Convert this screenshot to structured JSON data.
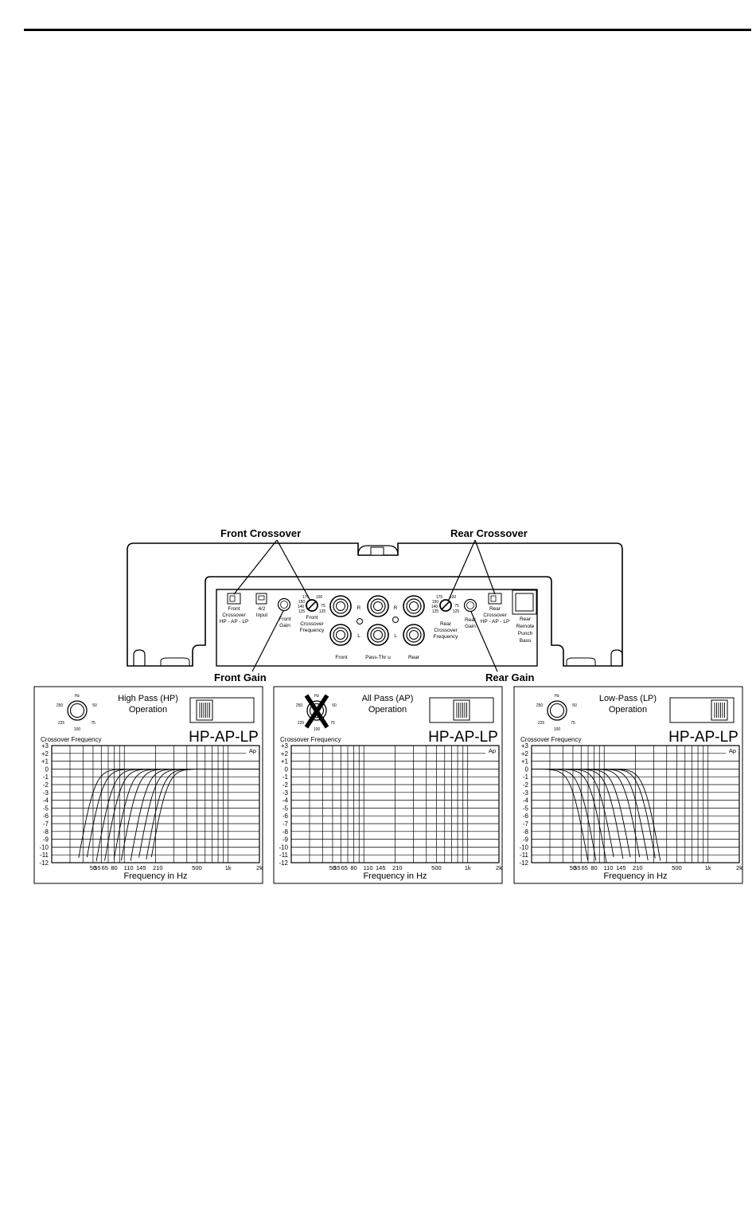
{
  "callouts": {
    "front_crossover": "Front Crossover",
    "rear_crossover": "Rear Crossover",
    "front_gain": "Front Gain",
    "rear_gain": "Rear Gain"
  },
  "panel": {
    "front_crossover_switch": [
      "Front",
      "Crossover",
      "HP - AP - LP"
    ],
    "input_switch": [
      "4/2",
      "Input"
    ],
    "front_gain": [
      "Front",
      "Gain"
    ],
    "front_crossover_frequency": [
      "Front",
      "Crossover",
      "Frequency"
    ],
    "rca_channel_r": "R",
    "rca_channel_l": "L",
    "rca_front": "Front",
    "rca_passthru": "Pass-Thr u",
    "rca_rear": "Rear",
    "rear_crossover_frequency": [
      "Rear",
      "Crossover",
      "Frequency"
    ],
    "rear_gain": [
      "Rear",
      "Gain"
    ],
    "rear_crossover_switch": [
      "Rear",
      "Crossover",
      "HP - AP - LP"
    ],
    "rear_remote": [
      "Rear",
      "Remote",
      "Punch",
      "Bass"
    ],
    "dial_marks": [
      "175",
      "150",
      "140",
      "125",
      "125",
      "75",
      "100"
    ]
  },
  "graphs": [
    {
      "title": "High Pass (HP)",
      "subtitle": "Operation",
      "switch_position": "HP",
      "mode": "hp",
      "crossed": false
    },
    {
      "title": "All Pass (AP)",
      "subtitle": "Operation",
      "switch_position": "AP",
      "mode": "ap",
      "crossed": true
    },
    {
      "title": "Low-Pass (LP)",
      "subtitle": "Operation",
      "switch_position": "LP",
      "mode": "lp",
      "crossed": false
    }
  ],
  "graph_common": {
    "switch_label": "HP-AP-LP",
    "dial_unit": "Hz",
    "dial_labels": [
      "250",
      "50",
      "225",
      "75",
      "100"
    ],
    "crossover_label": "Crossover Frequency",
    "corner_label": "Ap",
    "xlabel": "Frequency in Hz",
    "y_ticks": [
      "+3",
      "+2",
      "+1",
      "0",
      "-1",
      "-2",
      "-3",
      "-4",
      "-5",
      "-6",
      "-7",
      "-8",
      "-9",
      "-10",
      "-11",
      "-12"
    ],
    "x_ticks": [
      "50",
      "55",
      "65",
      "80",
      "110",
      "145",
      "210",
      "500",
      "1k",
      "2k"
    ],
    "x_tick_values": [
      50,
      55,
      65,
      80,
      110,
      145,
      210,
      500,
      1000,
      2000
    ],
    "x_range_hz": [
      20,
      2000
    ],
    "y_range_db": [
      -12,
      3
    ],
    "crossover_frequencies_hz": [
      50,
      60,
      75,
      90,
      110,
      130,
      160,
      190,
      225,
      250
    ],
    "grid": true
  },
  "chart_data": {
    "type": "line",
    "x_scale": "log",
    "xlabel": "Frequency in Hz",
    "ylabel": "",
    "xlim": [
      20,
      2000
    ],
    "ylim": [
      -12,
      3
    ],
    "x_ticks": [
      50,
      55,
      65,
      80,
      110,
      145,
      210,
      500,
      1000,
      2000
    ],
    "y_ticks": [
      3,
      2,
      1,
      0,
      -1,
      -2,
      -3,
      -4,
      -5,
      -6,
      -7,
      -8,
      -9,
      -10,
      -11,
      -12
    ],
    "crossover_frequencies_hz": [
      50,
      60,
      75,
      90,
      110,
      130,
      160,
      190,
      225,
      250
    ],
    "panels": [
      "High Pass (HP)",
      "All Pass (AP)",
      "Low-Pass (LP)"
    ]
  }
}
